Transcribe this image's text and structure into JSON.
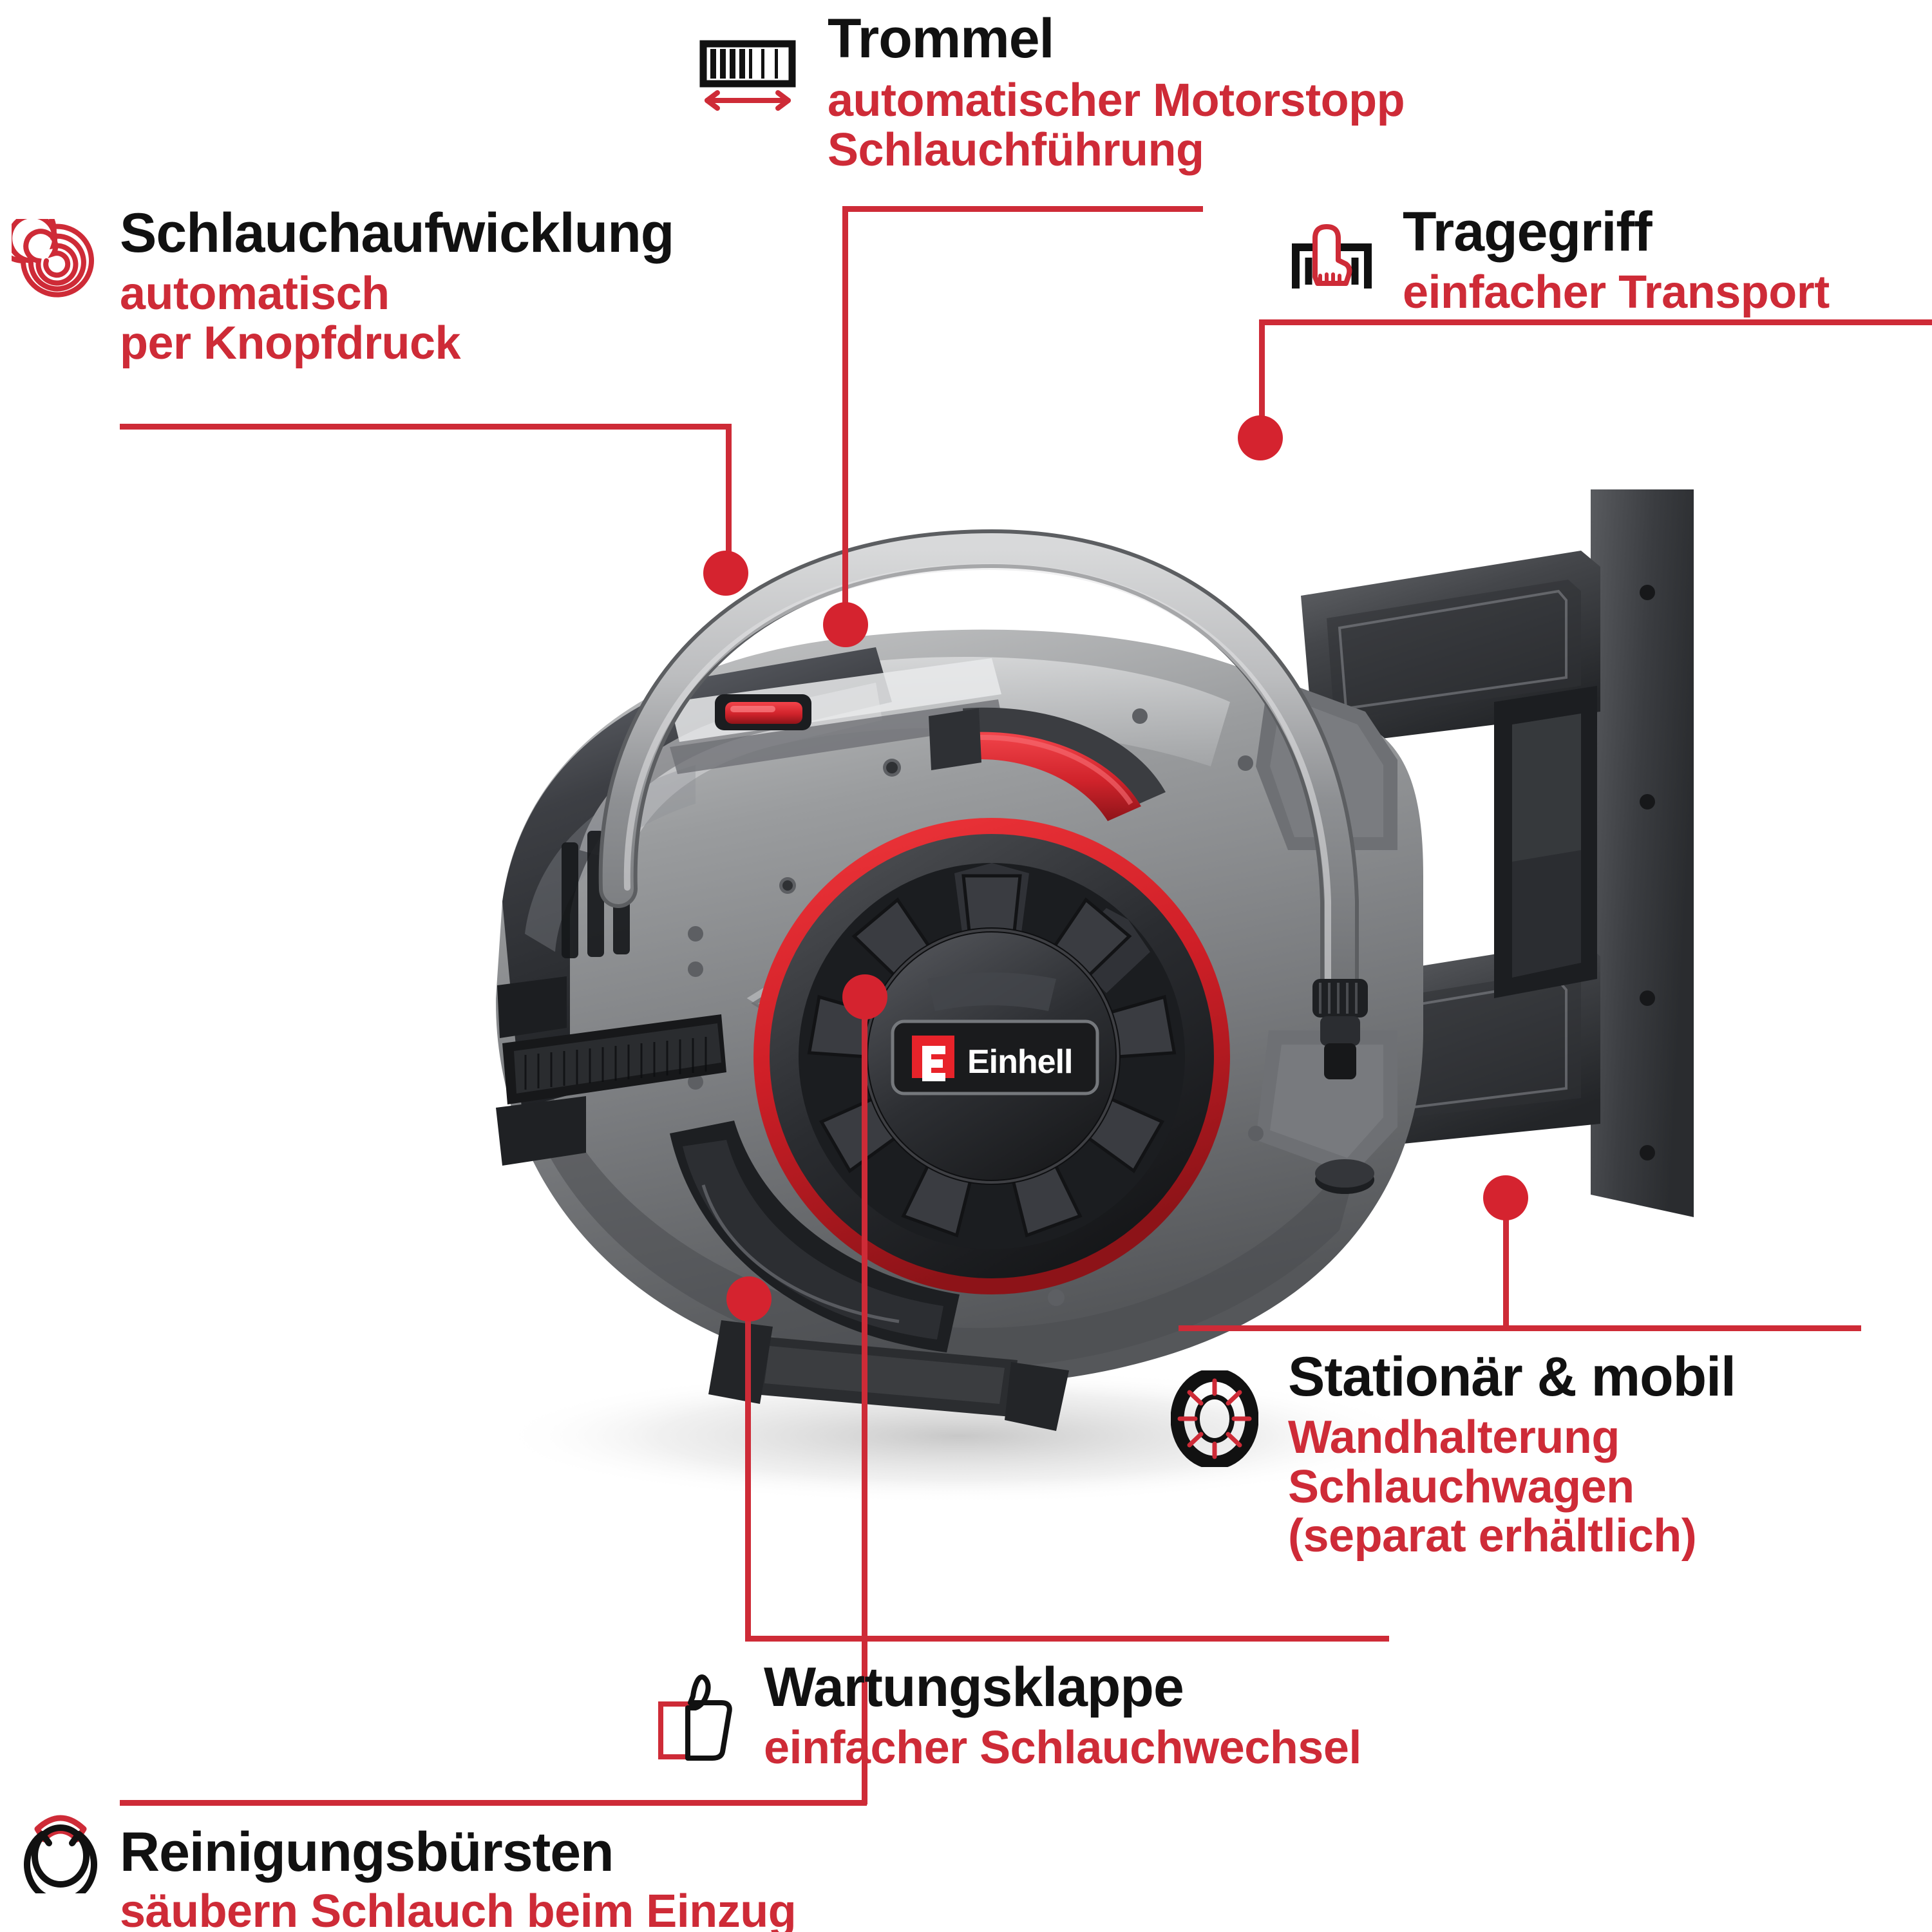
{
  "brand": {
    "name": "Einhell",
    "logo_mark": "E",
    "accent_red": "#CE2B37",
    "logo_red": "#E8232A"
  },
  "colors": {
    "title_black": "#111111",
    "subtitle_red": "#CE2B37",
    "leader_red": "#CE2B37",
    "dot_red": "#D5232F",
    "body_grey": "#8d8f92",
    "dark_grey": "#3a3b3d",
    "accent_red_body": "#E02029"
  },
  "callouts": [
    {
      "id": "schlauchaufwicklung",
      "icon": "spiral-icon",
      "title": "Schlauchaufwicklung",
      "sub_lines": [
        "automatisch",
        "per Knopfdruck"
      ]
    },
    {
      "id": "trommel",
      "icon": "drum-arrows-icon",
      "title": "Trommel",
      "sub_lines": [
        "automatischer Motorstopp",
        "Schlauchführung"
      ]
    },
    {
      "id": "tragegriff",
      "icon": "hand-grip-icon",
      "title": "Tragegriff",
      "sub_lines": [
        "einfacher Transport"
      ]
    },
    {
      "id": "stationaer-mobil",
      "icon": "wheel-icon",
      "title": "Stationär & mobil",
      "sub_lines": [
        "Wandhalterung",
        "Schlauchwagen",
        "(separat erhältlich)"
      ]
    },
    {
      "id": "wartungsklappe",
      "icon": "thumbs-up-icon",
      "title": "Wartungsklappe",
      "sub_lines": [
        "einfacher Schlauchwechsel"
      ]
    },
    {
      "id": "reinigungsbuersten",
      "icon": "brush-ring-icon",
      "title": "Reinigungsbürsten",
      "sub_lines": [
        "säubern Schlauch beim Einzug"
      ]
    }
  ],
  "product": {
    "name": "Einhell Schlauchaufroller",
    "logo_text": "Einhell"
  }
}
